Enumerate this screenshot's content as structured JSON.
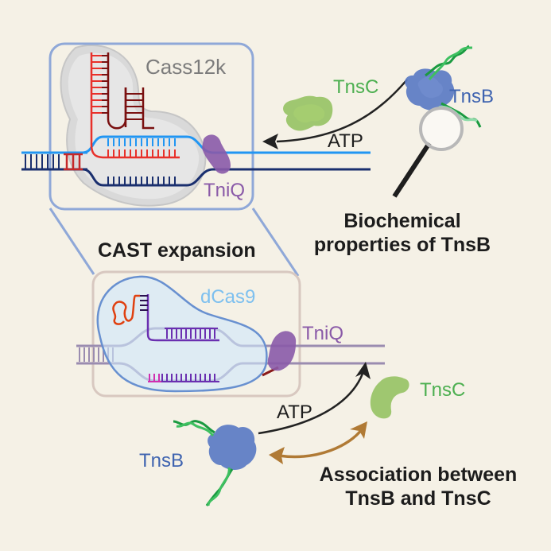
{
  "colors": {
    "background": "#f5f1e6",
    "zoom_box_top": "#8fa8d8",
    "zoom_box_bottom": "#d8c8c0",
    "dna_light_blue": "#2196f3",
    "dna_dark_blue": "#1a2f6e",
    "dna_purple_grey": "#9a8cb0",
    "rna_red": "#e8302a",
    "rna_dark_red": "#7a1010",
    "tnsc_green": "#4caf50",
    "tnsb_blue": "#3f64b0",
    "tniq_purple": "#8a5aa8",
    "dcas9_blue": "#7ec0ef",
    "arrow_brown": "#b07a35"
  },
  "top_panel": {
    "protein_label": "Cass12k",
    "tniq_label": "TniQ",
    "tnsc_label": "TnsC",
    "tnsb_label": "TnsB",
    "atp_label": "ATP",
    "magnifier_icon": "magnifying-glass",
    "caption_line1": "Biochemical",
    "caption_line2": "properties of TnsB"
  },
  "middle": {
    "title": "CAST expansion"
  },
  "bottom_panel": {
    "protein_label": "dCas9",
    "tniq_label": "TniQ",
    "tnsc_label": "TnsC",
    "tnsb_label": "TnsB",
    "atp_label": "ATP",
    "caption_line1": "Association between",
    "caption_line2": "TnsB and TnsC"
  }
}
